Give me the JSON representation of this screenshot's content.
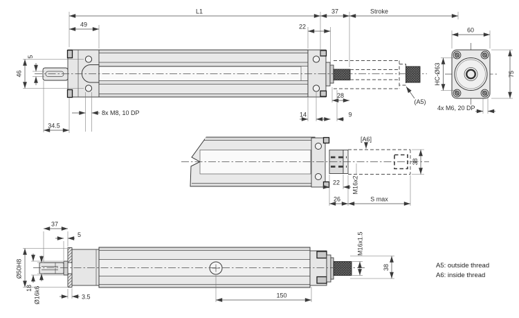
{
  "labels": {
    "top": {
      "l1": "L1",
      "d49": "49",
      "d37": "37",
      "stroke": "Stroke",
      "d22": "22",
      "d5": "5",
      "d46": "46",
      "d345": "34.5",
      "m8": "8x M8, 10 DP",
      "d28": "28",
      "d14": "14",
      "d9": "9",
      "a5": "(A5)"
    },
    "end": {
      "d60": "60",
      "d75": "75",
      "hc": "HC-Ø63",
      "m6": "4x M6, 20 DP"
    },
    "mid": {
      "a6": "[A6]",
      "d38": "38",
      "d22": "22",
      "m16": "M16x2",
      "d26": "26",
      "smax": "S max"
    },
    "bot": {
      "d37": "37",
      "d5": "5",
      "d50": "Ø50H8",
      "d18": "18",
      "d16": "Ø16k6",
      "d35": "3.5",
      "d150": "150",
      "m16": "M16x1.5",
      "d38": "38"
    },
    "notes": {
      "a5": "A5: outside thread",
      "a6": "A6: inside thread"
    },
    "colors": {
      "body": "#e9e9e9",
      "line": "#3a3a3a",
      "thread": "#4f4f4f",
      "background": "#ffffff"
    }
  }
}
